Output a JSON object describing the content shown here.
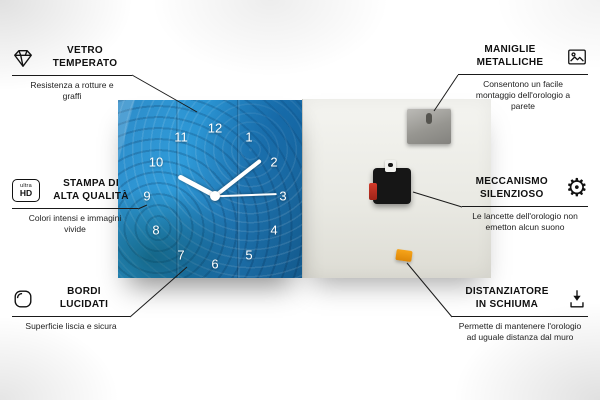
{
  "clock": {
    "numbers": [
      "12",
      "1",
      "2",
      "3",
      "4",
      "5",
      "6",
      "7",
      "8",
      "9",
      "10",
      "11"
    ]
  },
  "colors": {
    "clock_blue": "#2e8cc9",
    "foam_orange": "#ef9b0d",
    "line_black": "#1a1a1a"
  },
  "icons": {
    "ultra_hd_top": "ultra",
    "ultra_hd_bottom": "HD",
    "gear_glyph": "⚙"
  },
  "callouts": {
    "vetro": {
      "l1": "VETRO",
      "l2": "TEMPERATO",
      "desc": "Resistenza a rotture e graffi"
    },
    "stampa": {
      "l1": "STAMPA DI",
      "l2": "ALTA QUALITÀ",
      "desc": "Colori intensi e immagini vivide"
    },
    "bordi": {
      "l1": "BORDI",
      "l2": "LUCIDATI",
      "desc": "Superficie liscia e sicura"
    },
    "maniglie": {
      "l1": "MANIGLIE",
      "l2": "METALLICHE",
      "desc": "Consentono un facile montaggio dell'orologio a parete"
    },
    "meccanismo": {
      "l1": "MECCANISMO",
      "l2": "SILENZIOSO",
      "desc": "Le lancette dell'orologio non emetton alcun suono"
    },
    "distanziatore": {
      "l1": "DISTANZIATORE",
      "l2": "IN SCHIUMA",
      "desc": "Permette di mantenere l'orologio ad uguale distanza dal muro"
    }
  }
}
